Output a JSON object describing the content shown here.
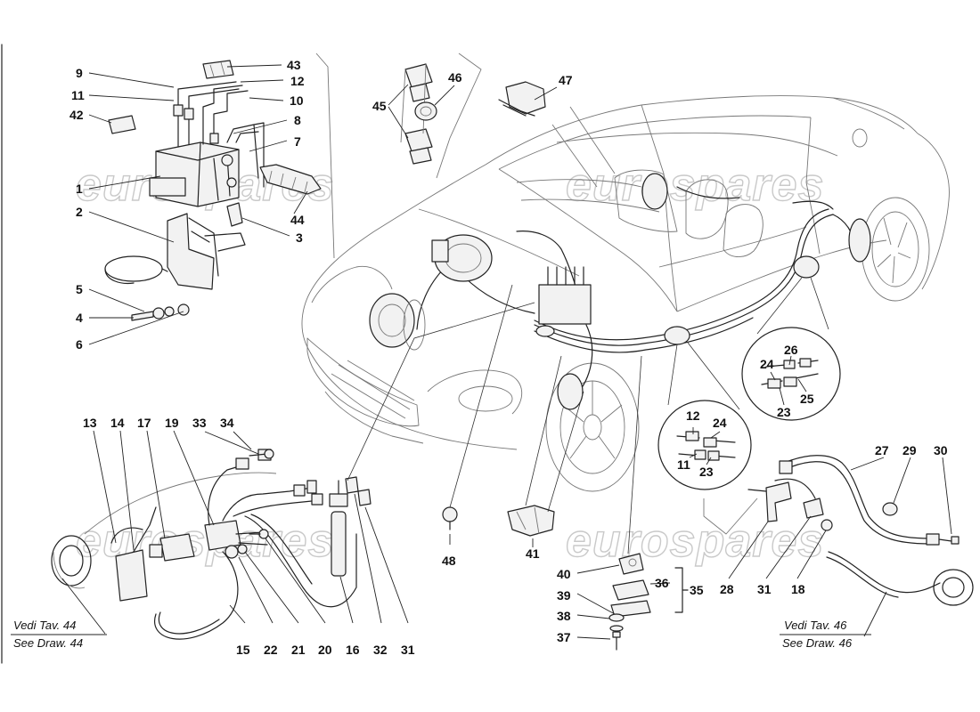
{
  "callouts": [
    "1",
    "2",
    "3",
    "4",
    "5",
    "6",
    "7",
    "8",
    "9",
    "10",
    "11",
    "12",
    "13",
    "14",
    "15",
    "16",
    "17",
    "18",
    "19",
    "20",
    "21",
    "22",
    "23",
    "24",
    "25",
    "26",
    "27",
    "28",
    "29",
    "30",
    "31",
    "32",
    "33",
    "34",
    "35",
    "36",
    "37",
    "38",
    "39",
    "40",
    "41",
    "42",
    "43",
    "44",
    "45",
    "46",
    "47",
    "48"
  ],
  "detail_callouts": [
    "12",
    "24",
    "11",
    "23",
    "26",
    "24",
    "23",
    "25"
  ],
  "references": {
    "left_it": "Vedi Tav. 44",
    "left_en": "See Draw. 44",
    "right_it": "Vedi Tav. 46",
    "right_en": "See Draw. 46"
  },
  "watermark": "eurospares"
}
